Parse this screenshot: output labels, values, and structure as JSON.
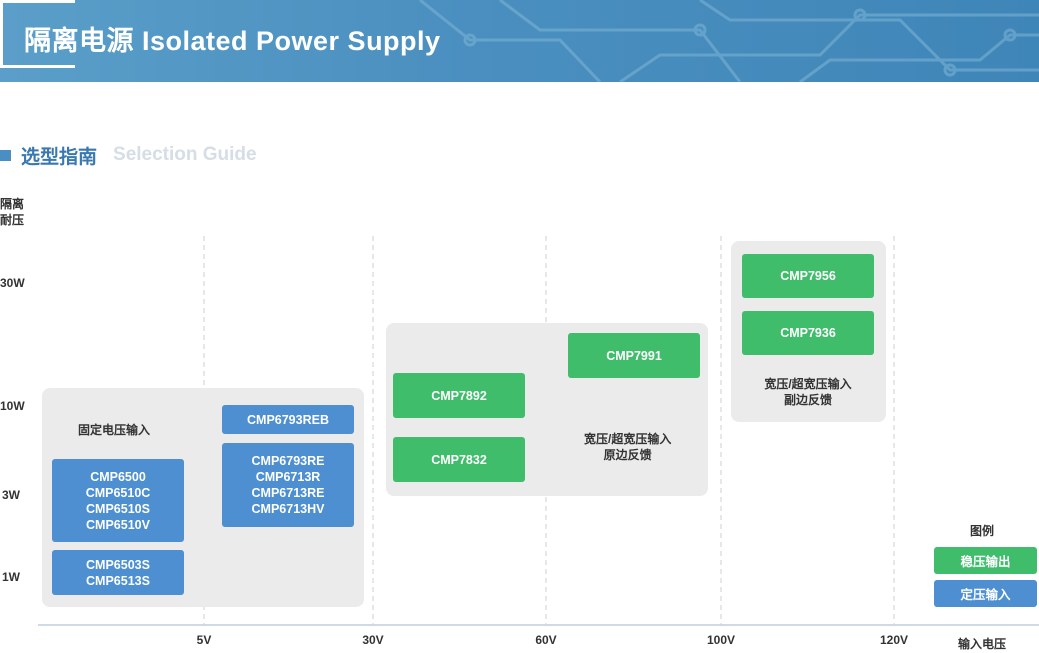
{
  "banner": {
    "title": "隔离电源  Isolated Power Supply"
  },
  "section": {
    "title_cn": "选型指南",
    "title_en": "Selection Guide"
  },
  "axes": {
    "y_title": "隔离\n耐压",
    "x_title": "输入电压",
    "y_ticks": [
      "30W",
      "10W",
      "3W",
      "1W"
    ],
    "x_ticks": [
      "5V",
      "30V",
      "60V",
      "100V",
      "120V"
    ]
  },
  "groups": {
    "fixed": {
      "label": "固定电压输入",
      "boxes": [
        [
          "CMP6500",
          "CMP6510C",
          "CMP6510S",
          "CMP6510V"
        ],
        [
          "CMP6503S",
          "CMP6513S"
        ],
        [
          "CMP6793REB"
        ],
        [
          "CMP6793RE",
          "CMP6713R",
          "CMP6713RE",
          "CMP6713HV"
        ]
      ]
    },
    "wide_primary": {
      "label": "宽压/超宽压输入\n原边反馈",
      "boxes": [
        [
          "CMP7892"
        ],
        [
          "CMP7832"
        ],
        [
          "CMP7991"
        ]
      ]
    },
    "wide_secondary": {
      "label": "宽压/超宽压输入\n副边反馈",
      "boxes": [
        [
          "CMP7956"
        ],
        [
          "CMP7936"
        ]
      ]
    }
  },
  "legend": {
    "title": "图例",
    "items": [
      {
        "label": "稳压输出",
        "color": "#3fbd6b"
      },
      {
        "label": "定压输入",
        "color": "#4d8fd0"
      }
    ]
  }
}
